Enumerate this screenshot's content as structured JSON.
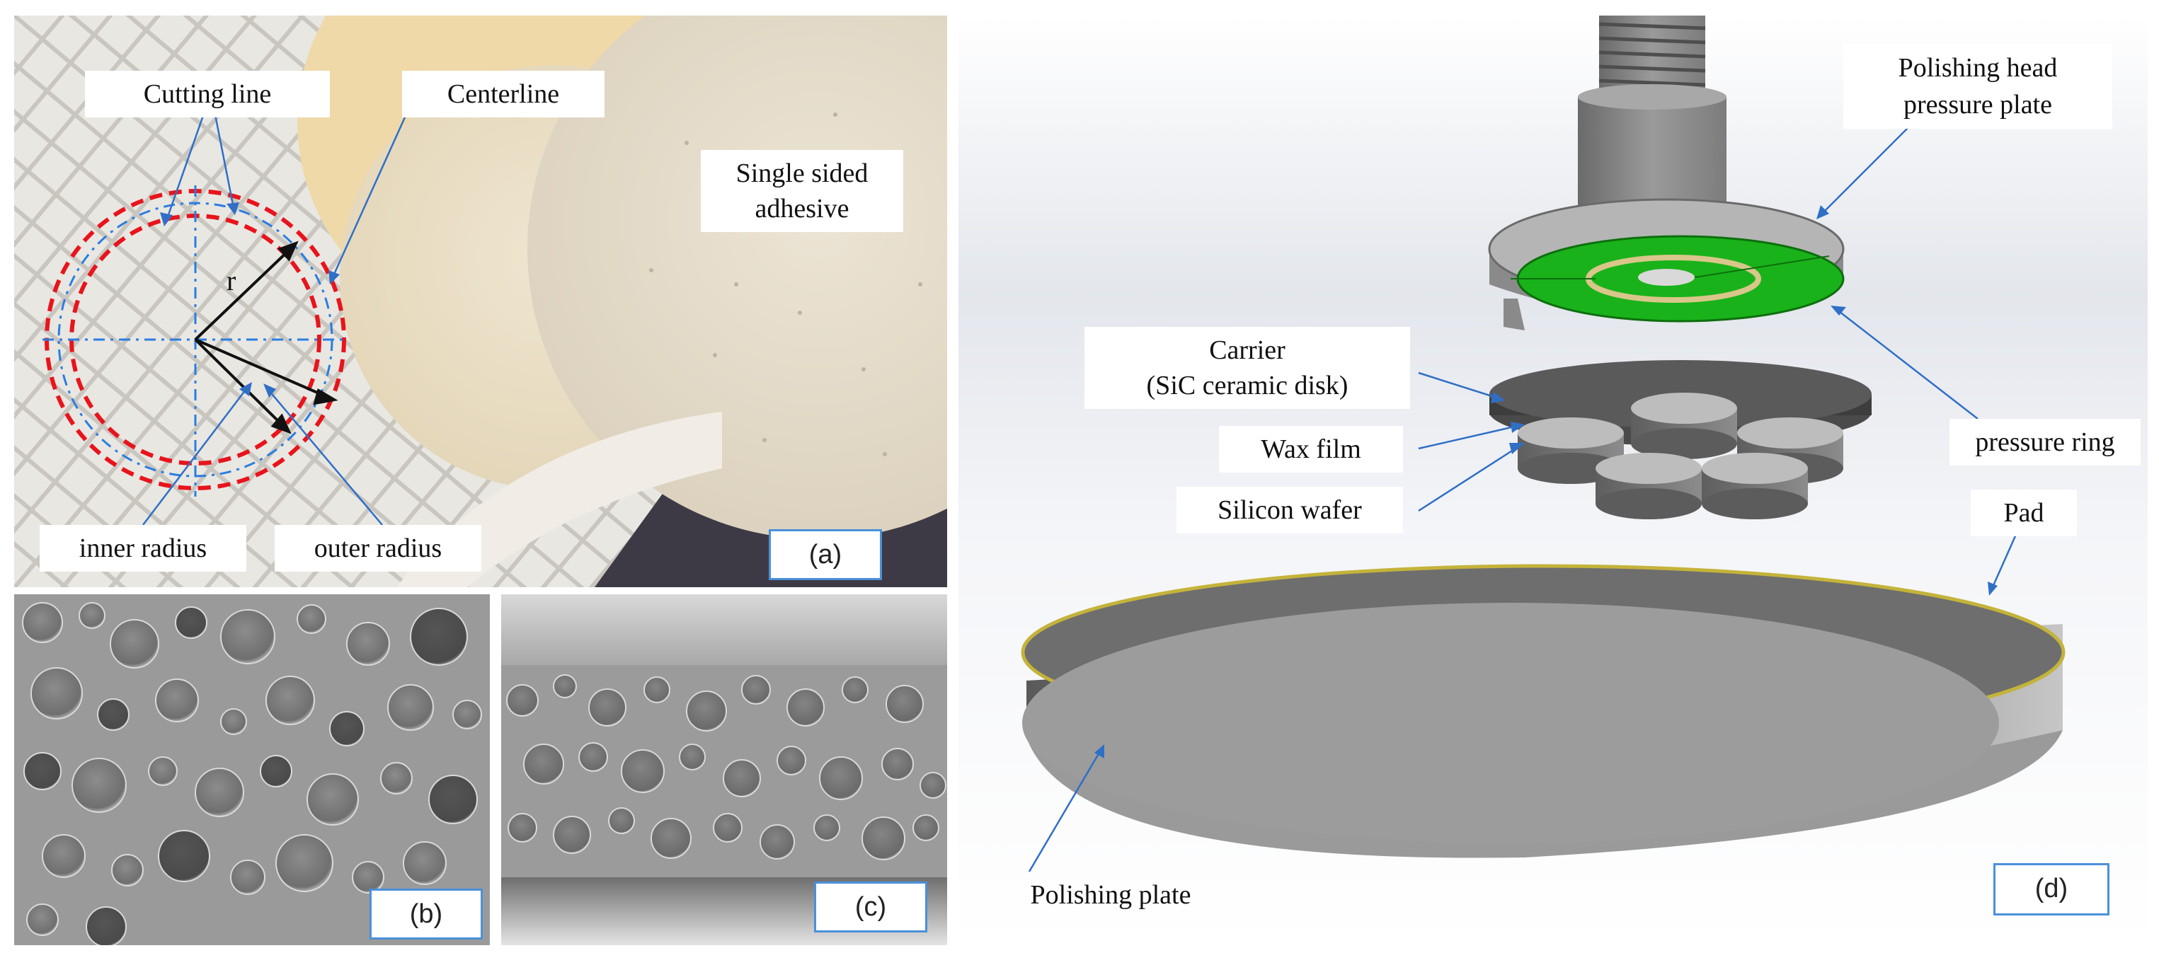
{
  "panel_a": {
    "tag": "(a)",
    "labels": {
      "cutting_line": "Cutting line",
      "centerline": "Centerline",
      "single_sided_adhesive": "Single sided\nadhesive",
      "r": "r",
      "inner_radius": "inner radius",
      "outer_radius": "outer radius"
    }
  },
  "panel_b": {
    "tag": "(b)"
  },
  "panel_c": {
    "tag": "(c)"
  },
  "panel_d": {
    "tag": "(d)",
    "labels": {
      "polishing_head": "Polishing head\npressure plate",
      "carrier": "Carrier\n(SiC ceramic disk)",
      "wax_film": "Wax film",
      "silicon_wafer": "Silicon wafer",
      "pressure_ring": "pressure ring",
      "pad": "Pad",
      "polishing_plate": "Polishing plate"
    }
  },
  "colors": {
    "accent_blue": "#2f6fc6",
    "tag_border": "#4a90d9",
    "red_dash": "#e8141c",
    "green_plate": "#19b21a"
  }
}
